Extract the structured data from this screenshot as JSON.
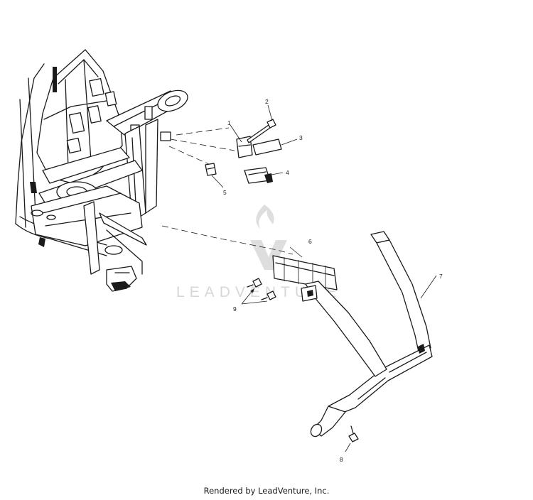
{
  "callouts": [
    {
      "id": "1",
      "label": "1"
    },
    {
      "id": "2",
      "label": "2"
    },
    {
      "id": "3",
      "label": "3"
    },
    {
      "id": "4",
      "label": "4"
    },
    {
      "id": "5",
      "label": "5"
    },
    {
      "id": "6",
      "label": "6"
    },
    {
      "id": "7",
      "label": "7"
    },
    {
      "id": "8",
      "label": "8"
    },
    {
      "id": "9",
      "label": "9"
    }
  ],
  "watermark": {
    "text": "LEADVENTURE",
    "icon": "leadventure-flame-logo"
  },
  "footer": {
    "text": "Rendered by LeadVenture, Inc."
  },
  "colors": {
    "line": "#1a1a1a",
    "watermark": "#d7d7d7",
    "background": "#ffffff"
  }
}
